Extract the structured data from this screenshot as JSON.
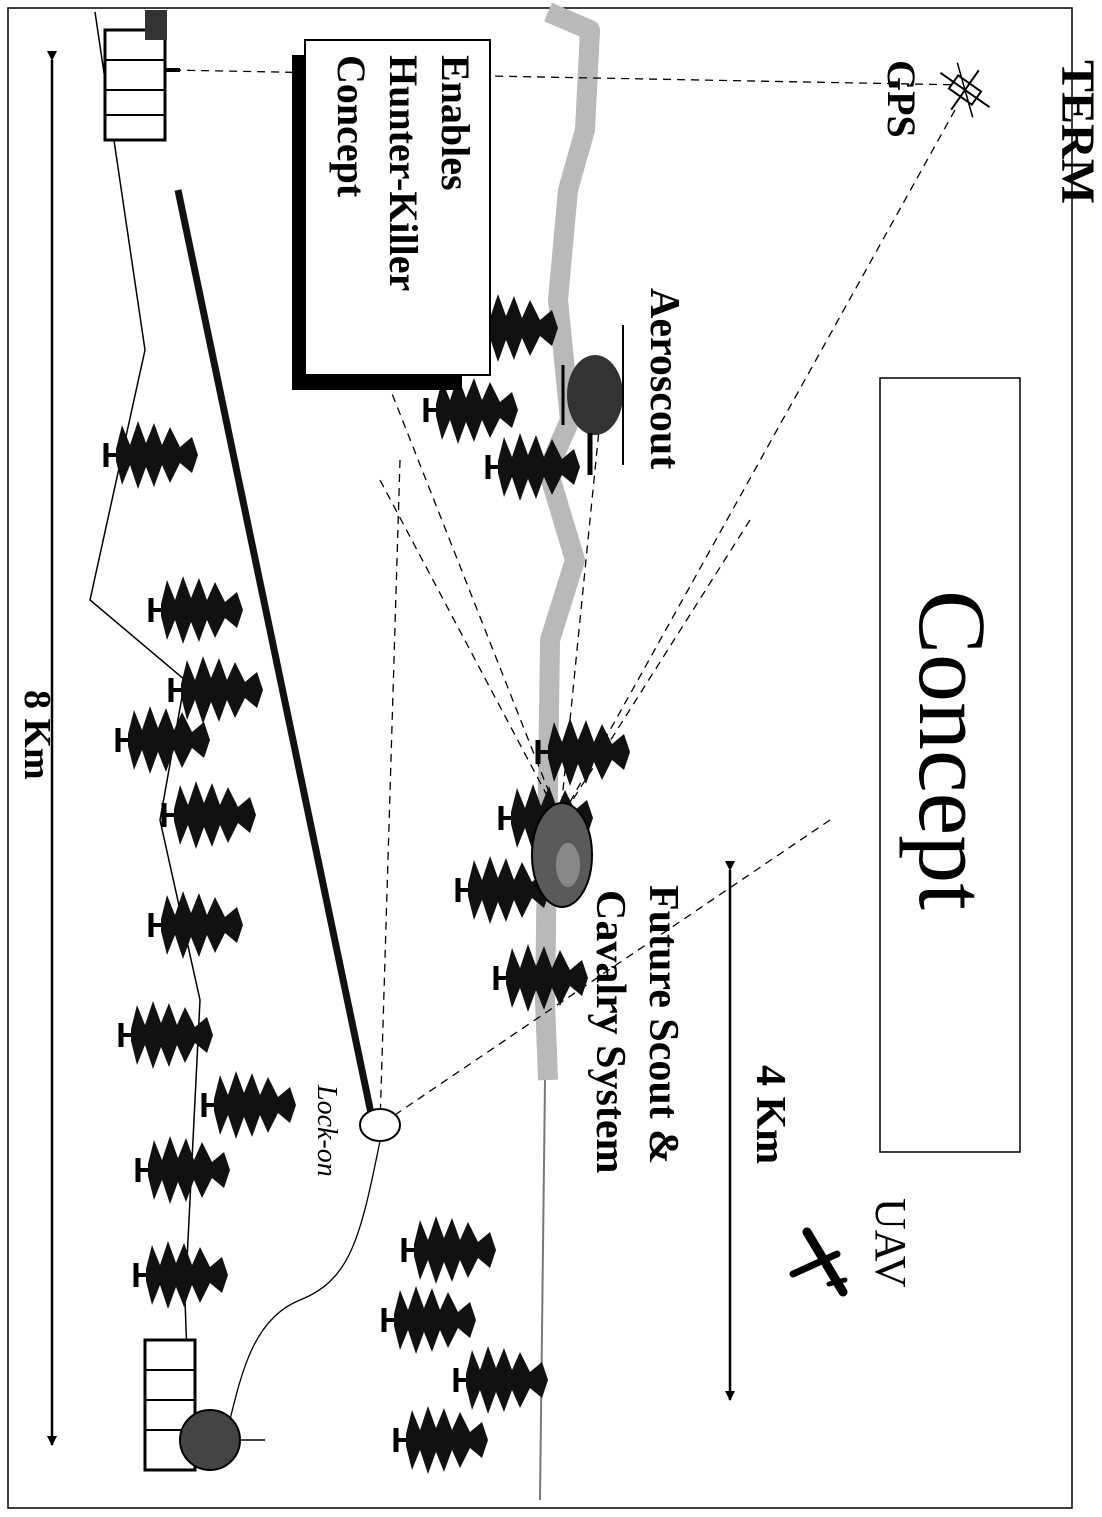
{
  "page": {
    "section_tag": "TERM",
    "title": "Concept",
    "callout": [
      "Enables",
      "Hunter-Killer",
      "Concept"
    ]
  },
  "labels": {
    "gps": "GPS",
    "uav": "UAV",
    "aeroscout": "Aeroscout",
    "future_scout": [
      "Future Scout &",
      "Cavalry System"
    ],
    "lock_on": "Lock-on",
    "range_short": "4 Km",
    "range_long": "8 Km"
  },
  "colors": {
    "ink": "#000000",
    "paper": "#ffffff",
    "ridge": "#b9b9b9",
    "hull": "#5a5a5a"
  },
  "icons": [
    "satellite-icon",
    "uav-plane-icon",
    "helicopter-icon",
    "scout-vehicle-icon",
    "firing-vehicle-icon",
    "target-tank-icon",
    "tree-icon"
  ]
}
